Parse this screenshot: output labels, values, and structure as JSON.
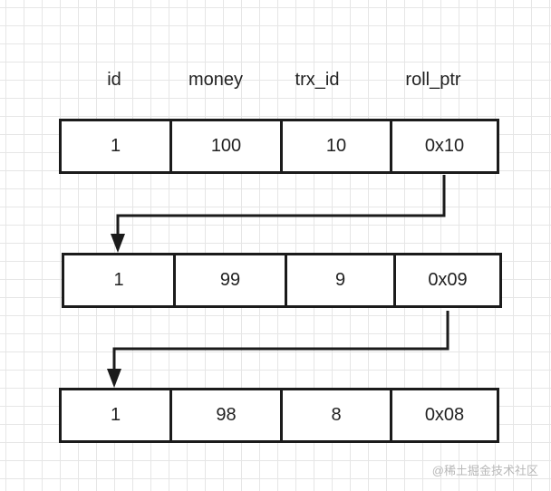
{
  "headers": [
    "id",
    "money",
    "trx_id",
    "roll_ptr"
  ],
  "rows": [
    {
      "id": "1",
      "money": "100",
      "trx_id": "10",
      "roll_ptr": "0x10"
    },
    {
      "id": "1",
      "money": "99",
      "trx_id": "9",
      "roll_ptr": "0x09"
    },
    {
      "id": "1",
      "money": "98",
      "trx_id": "8",
      "roll_ptr": "0x08"
    }
  ],
  "watermark": "@稀土掘金技术社区",
  "colors": {
    "stroke": "#1b1b1b",
    "grid": "#e6e6e6",
    "text": "#222222",
    "watermark": "#b8b8b8"
  }
}
